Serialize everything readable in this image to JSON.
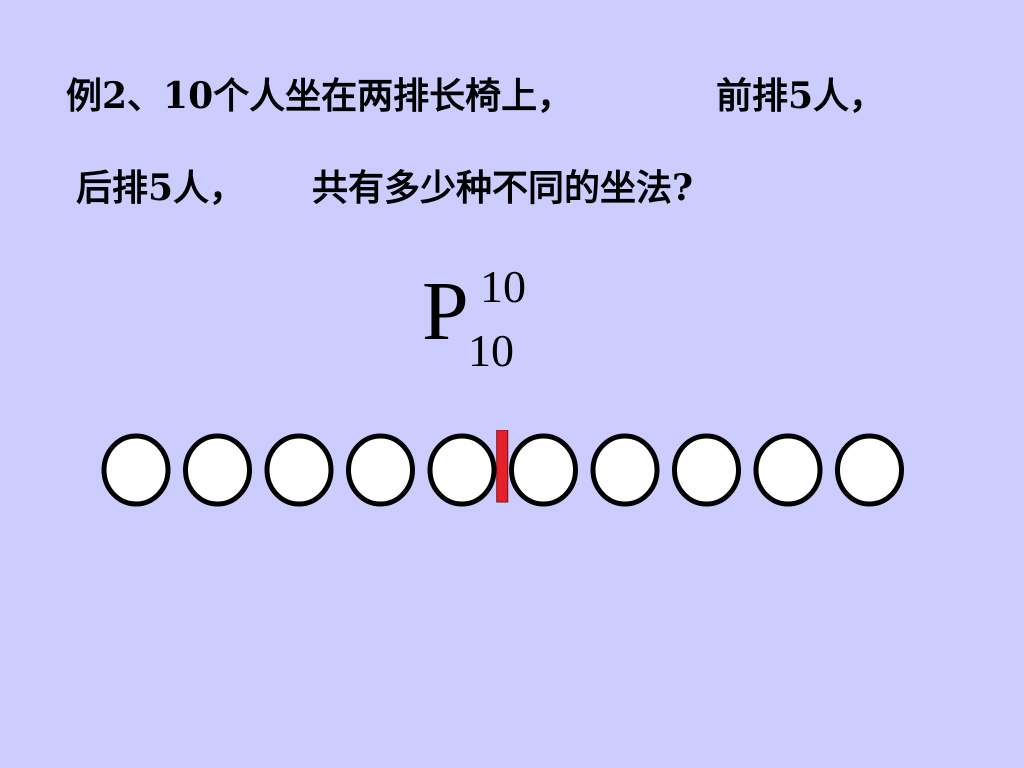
{
  "problem": {
    "part1": "例2、10个人坐在两排长椅上，",
    "part2": "前排5人，",
    "part3": "后排5人，",
    "part4": "共有多少种不同的坐法?"
  },
  "formula": {
    "symbol": "P",
    "superscript": "10",
    "subscript": "10"
  },
  "seats": {
    "total": 10,
    "front_row": 5,
    "back_row": 5,
    "circle_fill": "#ffffff",
    "circle_stroke": "#000000",
    "divider_color": "#e5202a"
  },
  "colors": {
    "background": "#ccccfe",
    "text": "#000000"
  }
}
